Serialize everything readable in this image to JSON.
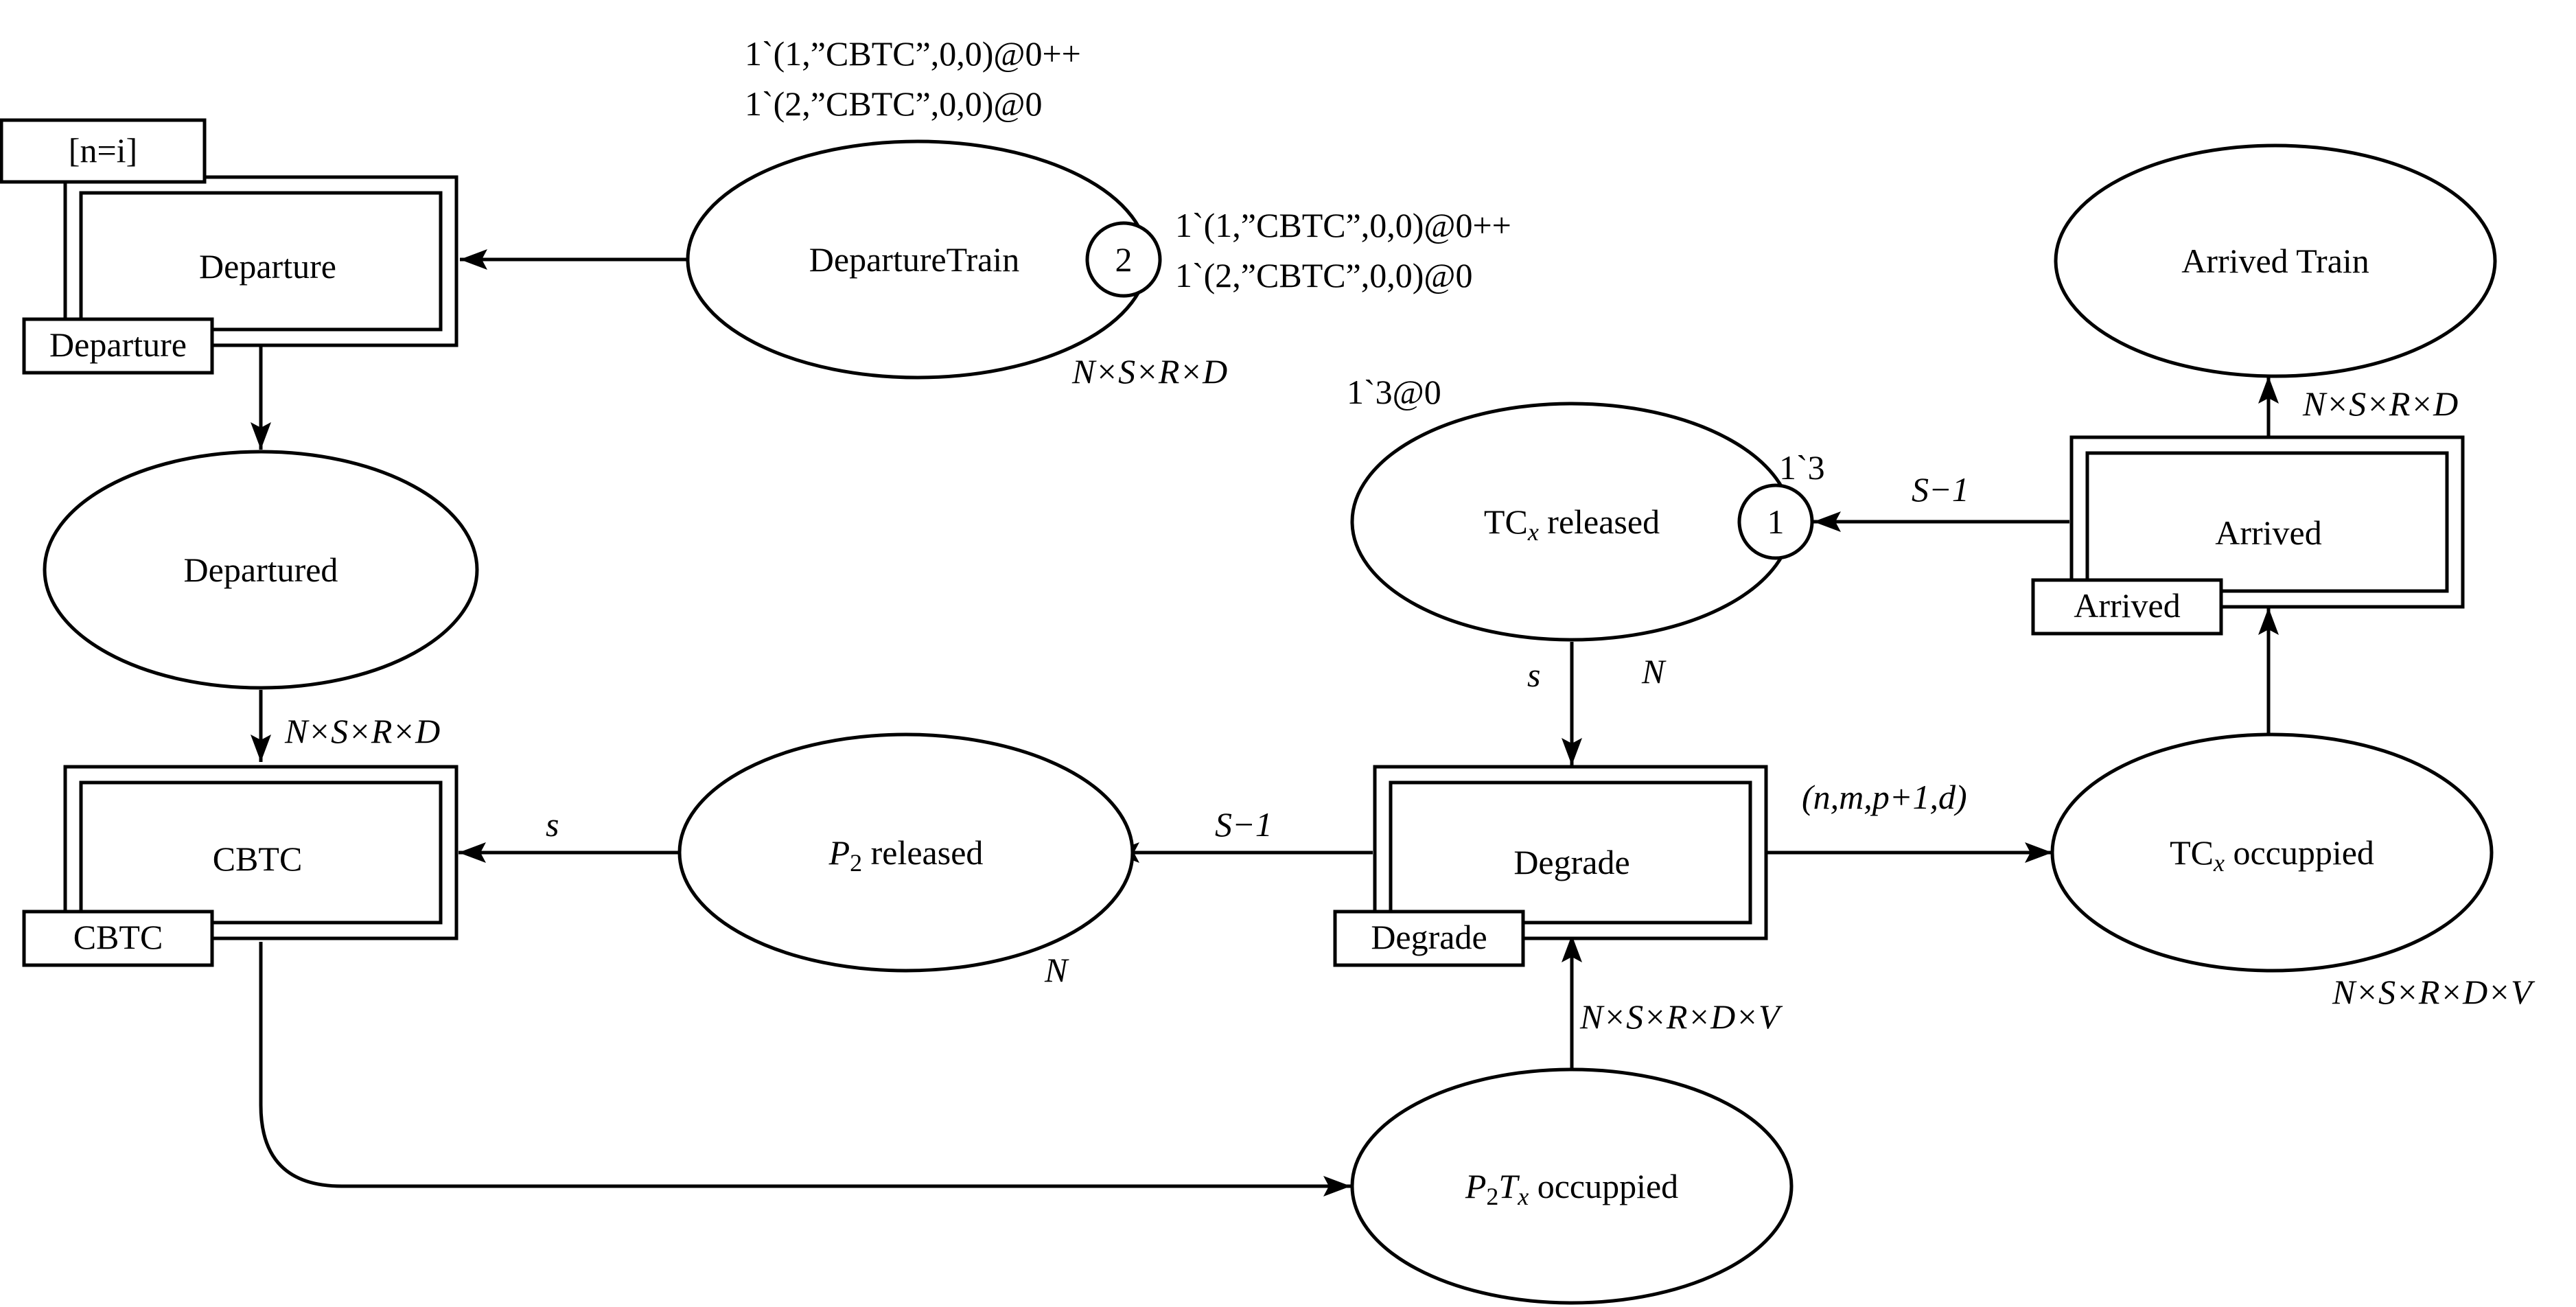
{
  "places": {
    "departure_train": {
      "name": "DepartureTrain",
      "token_count": "2",
      "marking": [
        "1`(1,”CBTC”,0,0)@0++",
        "1`(2,”CBTC”,0,0)@0"
      ],
      "initial_marking": [
        "1`(1,”CBTC”,0,0)@0++",
        "1`(2,”CBTC”,0,0)@0"
      ],
      "colorset": "N×S×R×D"
    },
    "departured": {
      "name": "Departured"
    },
    "p2_released": {
      "name_main": "P",
      "name_sub": "2",
      "name_rest": " released",
      "colorset": "N"
    },
    "tcx_released": {
      "name_main": "TC",
      "name_sub": "x",
      "name_rest": " released",
      "token_count": "1",
      "marking": "1`3",
      "initial_marking": "1`3@0",
      "colorset": "N"
    },
    "arrived_train": {
      "name": "Arrived Train"
    },
    "tcx_occuppied": {
      "name_main": "TC",
      "name_sub": "x",
      "name_rest": " occuppied",
      "colorset": "N×S×R×D×V"
    },
    "p2tx_occuppied": {
      "name_p": "P",
      "name_p_sub": "2",
      "name_t": "T",
      "name_t_sub": "x",
      "name_rest": " occuppied"
    }
  },
  "transitions": {
    "departure": {
      "name": "Departure",
      "tag": "Departure",
      "guard": "[n=i]"
    },
    "cbtc": {
      "name": "CBTC",
      "tag": "CBTC"
    },
    "degrade": {
      "name": "Degrade",
      "tag": "Degrade"
    },
    "arrived": {
      "name": "Arrived",
      "tag": "Arrived"
    }
  },
  "arcs": {
    "departured_to_cbtc": "N×S×R×D",
    "p2released_to_cbtc": "s",
    "degrade_to_p2released": "S−1",
    "tcxreleased_to_degrade": "s",
    "degrade_to_tcxocc": "(n,m,p+1,d)",
    "p2txocc_to_degrade": "N×S×R×D×V",
    "arrived_to_tcxreleased": "S−1",
    "arrived_to_arrivedtrain": "N×S×R×D"
  }
}
